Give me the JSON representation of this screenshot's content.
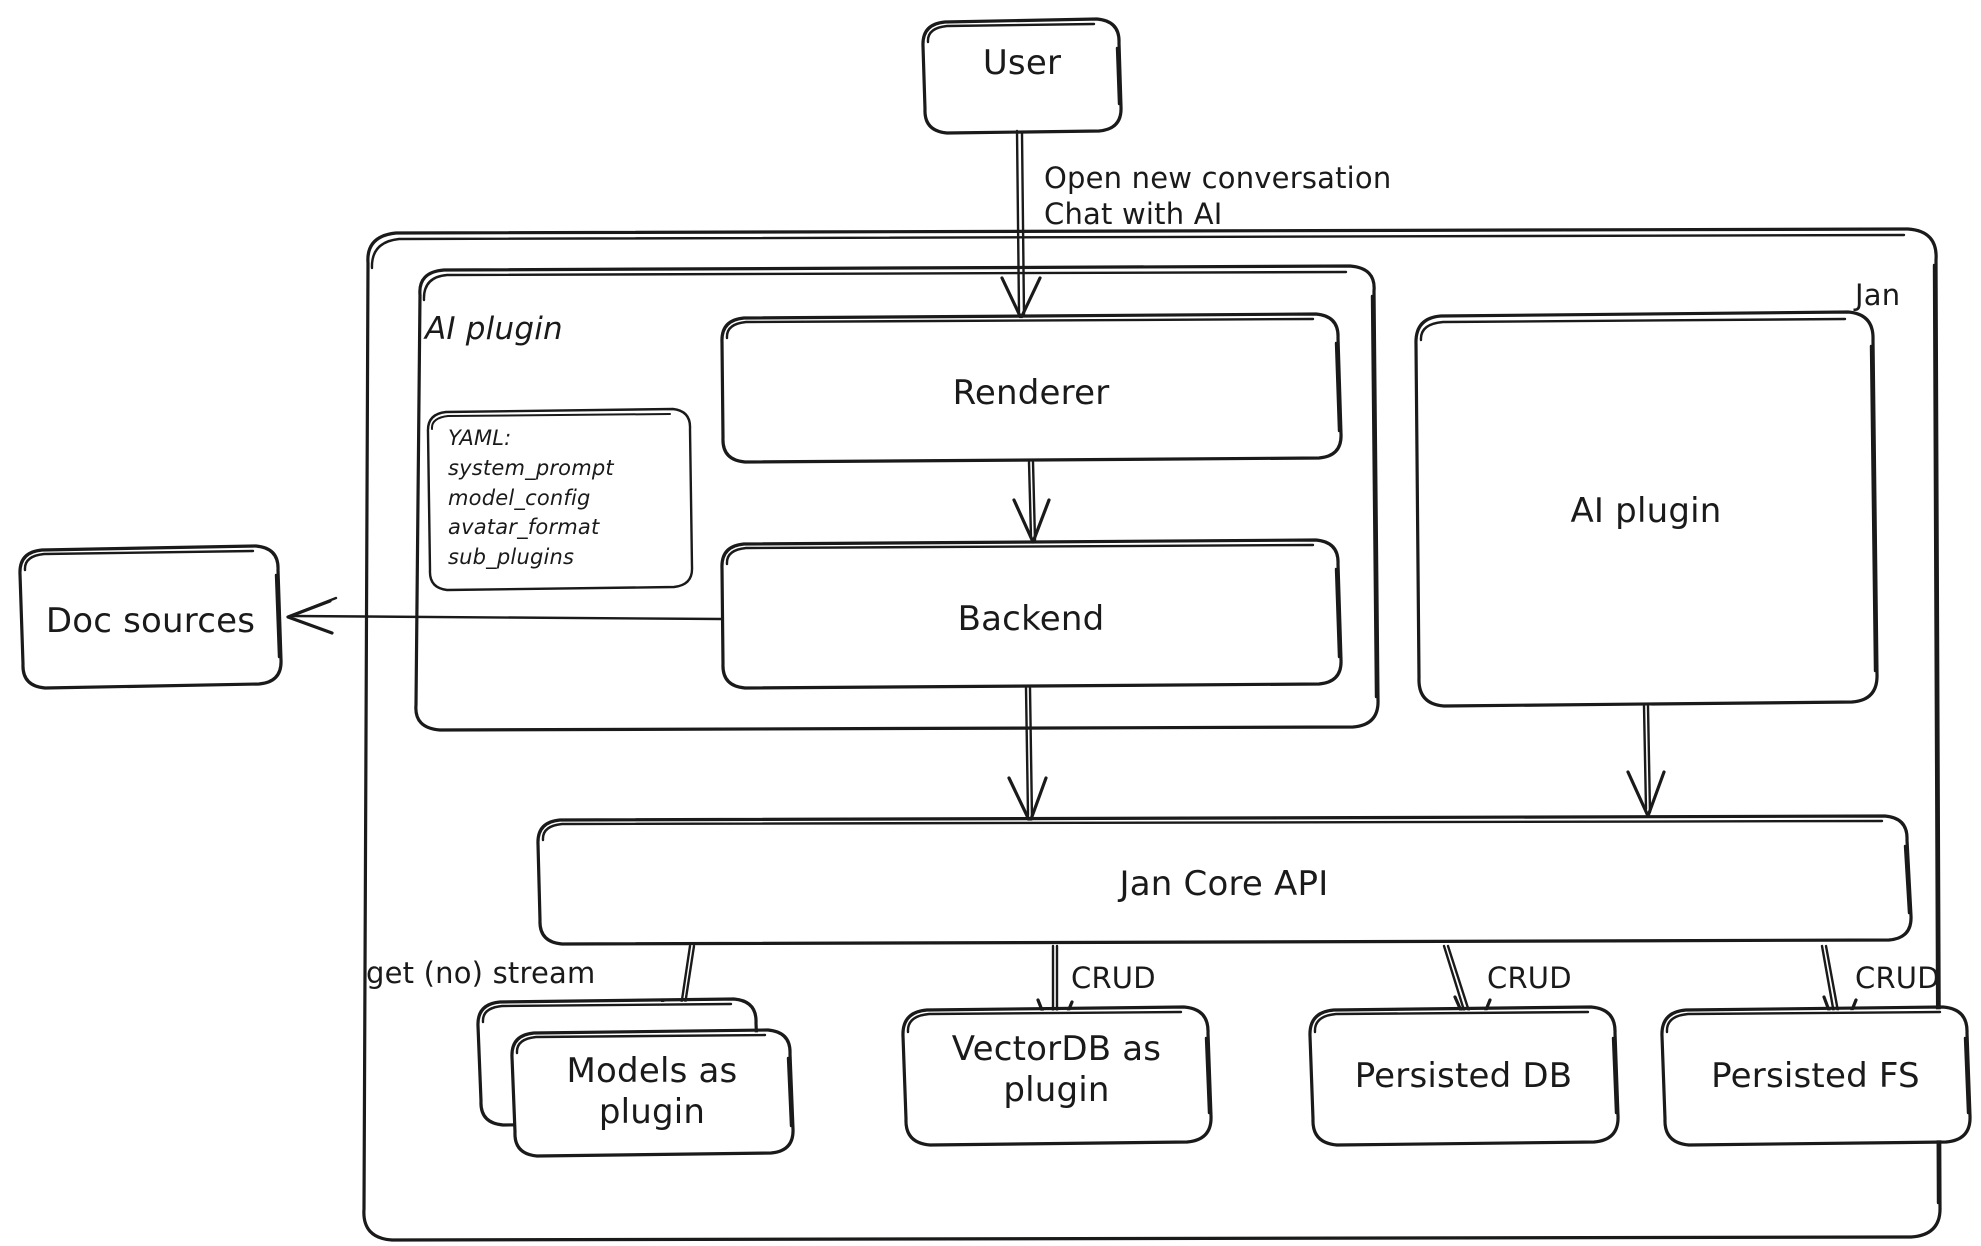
{
  "diagram": {
    "title": "Jan architecture diagram",
    "stroke_color": "#1a1a1a",
    "background_color": "#ffffff"
  },
  "nodes": {
    "user": {
      "label": "User"
    },
    "jan_container": {
      "label": "Jan"
    },
    "ai_plugin_group": {
      "label": "AI plugin"
    },
    "yaml_box": {
      "label": "YAML:\nsystem_prompt\nmodel_config\navatar_format\nsub_plugins"
    },
    "renderer": {
      "label": "Renderer"
    },
    "backend": {
      "label": "Backend"
    },
    "ai_plugin_right": {
      "label": "AI plugin"
    },
    "doc_sources": {
      "label": "Doc sources"
    },
    "jan_core_api": {
      "label": "Jan Core API"
    },
    "models_as_plugin": {
      "label": "Models as\nplugin"
    },
    "vectordb_as_plugin": {
      "label": "VectorDB as\nplugin"
    },
    "persisted_db": {
      "label": "Persisted DB"
    },
    "persisted_fs": {
      "label": "Persisted FS"
    }
  },
  "edges": {
    "user_to_renderer": {
      "label": "Open new conversation\nChat with AI"
    },
    "renderer_to_backend": {
      "label": ""
    },
    "backend_to_doc_sources": {
      "label": ""
    },
    "backend_to_core": {
      "label": ""
    },
    "ai_plugin_to_core": {
      "label": ""
    },
    "core_to_models": {
      "label": "get (no) stream"
    },
    "core_to_vectordb": {
      "label": "CRUD"
    },
    "core_to_persisted_db": {
      "label": "CRUD"
    },
    "core_to_persisted_fs": {
      "label": "CRUD"
    }
  }
}
